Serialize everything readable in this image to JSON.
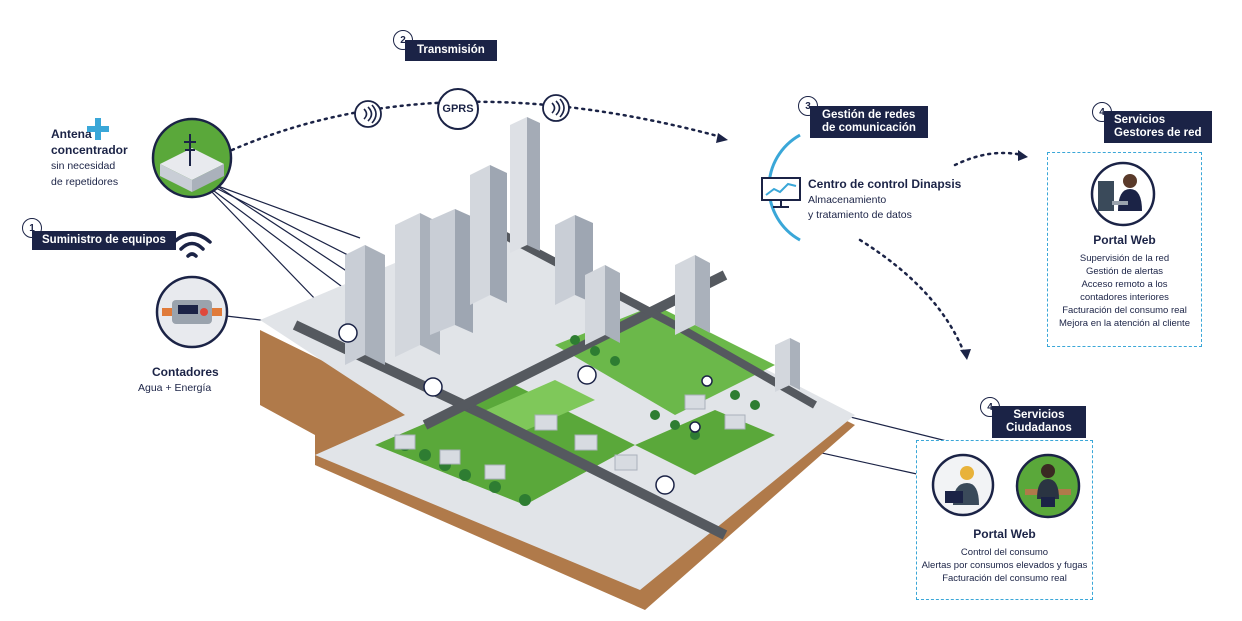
{
  "step1": {
    "num": "1",
    "label": "Suministro de equipos"
  },
  "step2": {
    "num": "2",
    "label": "Transmisión"
  },
  "step3": {
    "num": "3",
    "label_line1": "Gestión de redes",
    "label_line2": "de comunicación"
  },
  "step4a": {
    "num": "4",
    "label_line1": "Servicios",
    "label_line2": "Gestores de red"
  },
  "step4b": {
    "num": "4",
    "label_line1": "Servicios",
    "label_line2": "Ciudadanos"
  },
  "antenna": {
    "title_line1": "Antena",
    "title_line2": "concentrador",
    "desc_line1": "sin necesidad",
    "desc_line2": "de repetidores"
  },
  "gprs": "GPRS",
  "meters": {
    "title": "Contadores",
    "subtitle": "Agua + Energía"
  },
  "control_center": {
    "title": "Centro de control Dinapsis",
    "line1": "Almacenamiento",
    "line2": "y tratamiento de datos"
  },
  "portal_managers": {
    "title": "Portal Web",
    "items": [
      "Supervisión de la red",
      "Gestión de alertas",
      "Acceso remoto a los",
      "contadores interiores",
      "Facturación del consumo real",
      "Mejora en la atención al cliente"
    ]
  },
  "portal_citizens": {
    "title": "Portal Web",
    "items": [
      "Control del consumo",
      "Alertas por consumos elevados y fugas",
      "Facturación del consumo real"
    ]
  },
  "colors": {
    "navy": "#1b2346",
    "accent_blue": "#3aa7d8",
    "grass": "#5aa83a",
    "earth": "#b07a4a"
  }
}
